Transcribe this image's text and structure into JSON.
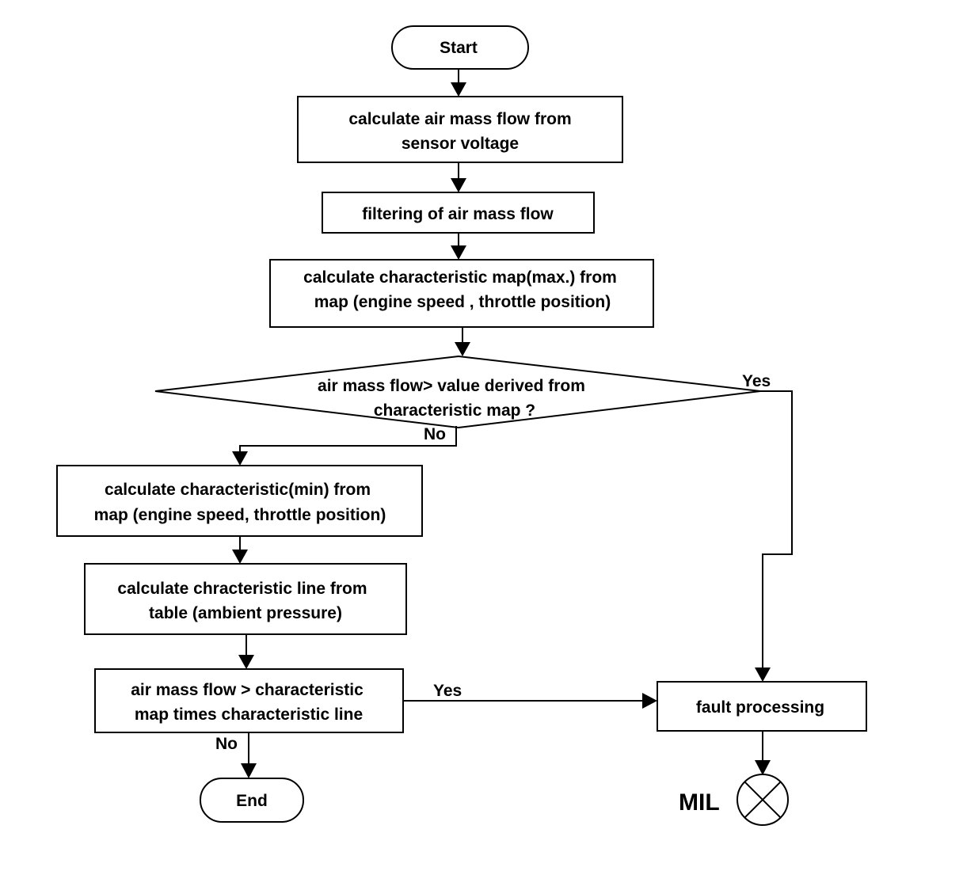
{
  "nodes": {
    "start": {
      "label": "Start"
    },
    "calc_air_mass": {
      "line1": "calculate air mass flow  from",
      "line2": "sensor voltage"
    },
    "filtering": {
      "label": "filtering of air mass flow"
    },
    "calc_map_max": {
      "line1": "calculate characteristic map(max.) from",
      "line2": "map (engine speed ,  throttle position)"
    },
    "decision_max": {
      "line1": "air mass flow> value derived from",
      "line2": "characteristic map  ?"
    },
    "calc_min": {
      "line1": "calculate characteristic(min) from",
      "line2": "map (engine speed, throttle position)"
    },
    "calc_line": {
      "line1": "calculate chracteristic line from",
      "line2": "table (ambient pressure)"
    },
    "decision_min": {
      "line1": "air mass flow > characteristic",
      "line2": "map times characteristic line"
    },
    "end": {
      "label": "End"
    },
    "fault": {
      "label": "fault processing"
    },
    "mil": {
      "label": "MIL"
    }
  },
  "edges": {
    "decision_max_yes": "Yes",
    "decision_max_no": "No",
    "decision_min_yes": "Yes",
    "decision_min_no": "No"
  },
  "colors": {
    "stroke": "#000000",
    "fill": "#ffffff"
  }
}
